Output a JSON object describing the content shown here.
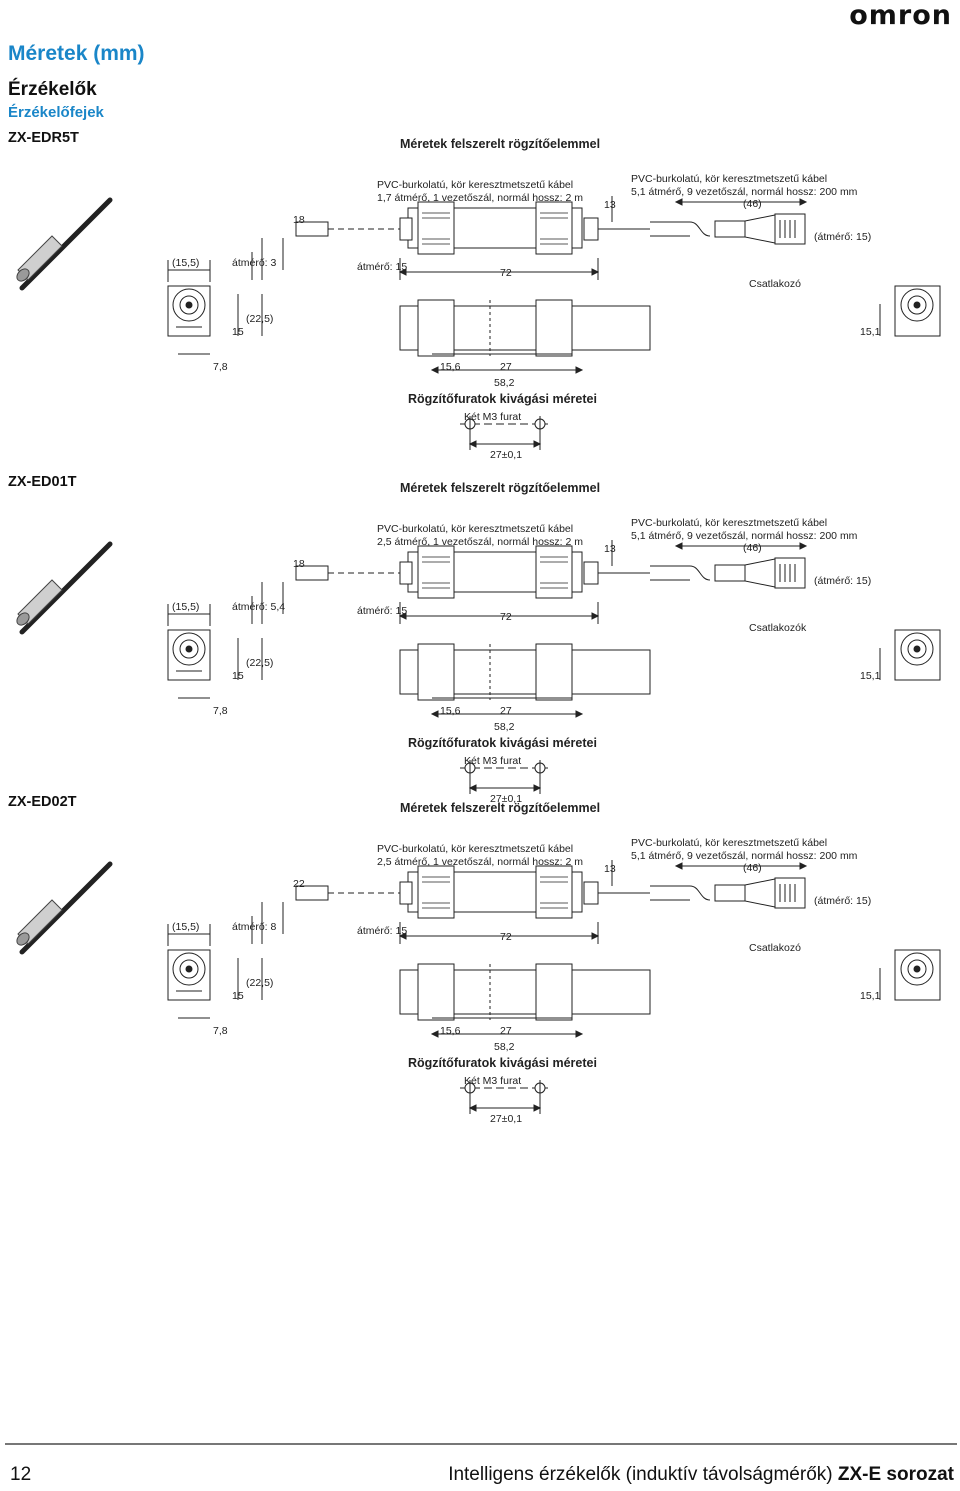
{
  "header": {
    "logo_text": "omron",
    "title": "Méretek (mm)",
    "subtitle": "Érzékelők",
    "subtitle2": "Érzékelőfejek"
  },
  "sections": [
    {
      "model": "ZX-EDR5T",
      "heading": "Méretek felszerelt rögzítőelemmel",
      "cable_left_1": "PVC-burkolatú, kör keresztmetszetű kábel",
      "cable_left_2": "1,7 átmérő, 1 vezetőszál, normál hossz: 2 m",
      "cable_right_1": "PVC-burkolatú, kör keresztmetszetű kábel",
      "cable_right_2": "5,1 átmérő, 9 vezetőszál, normál hossz: 200 mm",
      "dim_46": "(46)",
      "dim_13": "13",
      "dim_18": "18",
      "dia_head": "átmérő: 3",
      "dim_155": "(15,5)",
      "dia_15": "átmérő: 15",
      "dim_72": "72",
      "dia_conn": "(átmérő: 15)",
      "connector": "Csatlakozó",
      "dim_225": "(22,5)",
      "dim_15": "15",
      "dim_151": "15,1",
      "dim_78": "7,8",
      "dim_156": "15,6",
      "dim_27": "27",
      "dim_582": "58,2",
      "cutout_title": "Rögzítőfuratok kivágási méretei",
      "holes": "Két M3 furat",
      "dim_holes": "27±0,1"
    },
    {
      "model": "ZX-ED01T",
      "heading": "Méretek felszerelt rögzítőelemmel",
      "cable_left_1": "PVC-burkolatú, kör keresztmetszetű kábel",
      "cable_left_2": "2,5 átmérő, 1 vezetőszál, normál hossz: 2 m",
      "cable_right_1": "PVC-burkolatú, kör keresztmetszetű kábel",
      "cable_right_2": "5,1 átmérő, 9 vezetőszál, normál hossz: 200 mm",
      "dim_46": "(46)",
      "dim_13": "13",
      "dim_18": "18",
      "dia_head": "átmérő: 5,4",
      "dim_155": "(15,5)",
      "dia_15": "átmérő: 15",
      "dim_72": "72",
      "dia_conn": "(átmérő: 15)",
      "connector": "Csatlakozók",
      "dim_225": "(22,5)",
      "dim_15": "15",
      "dim_151": "15,1",
      "dim_78": "7,8",
      "dim_156": "15,6",
      "dim_27": "27",
      "dim_582": "58,2",
      "cutout_title": "Rögzítőfuratok kivágási méretei",
      "holes": "Két M3 furat",
      "dim_holes": "27±0,1"
    },
    {
      "model": "ZX-ED02T",
      "heading": "Méretek felszerelt rögzítőelemmel",
      "cable_left_1": "PVC-burkolatú, kör keresztmetszetű kábel",
      "cable_left_2": "2,5 átmérő, 1 vezetőszál, normál hossz: 2 m",
      "cable_right_1": "PVC-burkolatú, kör keresztmetszetű kábel",
      "cable_right_2": "5,1 átmérő, 9 vezetőszál, normál hossz: 200 mm",
      "dim_46": "(46)",
      "dim_13": "13",
      "dim_18": "22",
      "dia_head": "átmérő: 8",
      "dim_155": "(15,5)",
      "dia_15": "átmérő: 15",
      "dim_72": "72",
      "dia_conn": "(átmérő: 15)",
      "connector": "Csatlakozó",
      "dim_225": "(22,5)",
      "dim_15": "15",
      "dim_151": "15,1",
      "dim_78": "7,8",
      "dim_156": "15,6",
      "dim_27": "27",
      "dim_582": "58,2",
      "cutout_title": "Rögzítőfuratok kivágási méretei",
      "holes": "Két M3 furat",
      "dim_holes": "27±0,1"
    }
  ],
  "footer": {
    "page_number": "12",
    "title": "Intelligens érzékelők (induktív távolságmérők)",
    "series": "ZX-E sorozat"
  }
}
